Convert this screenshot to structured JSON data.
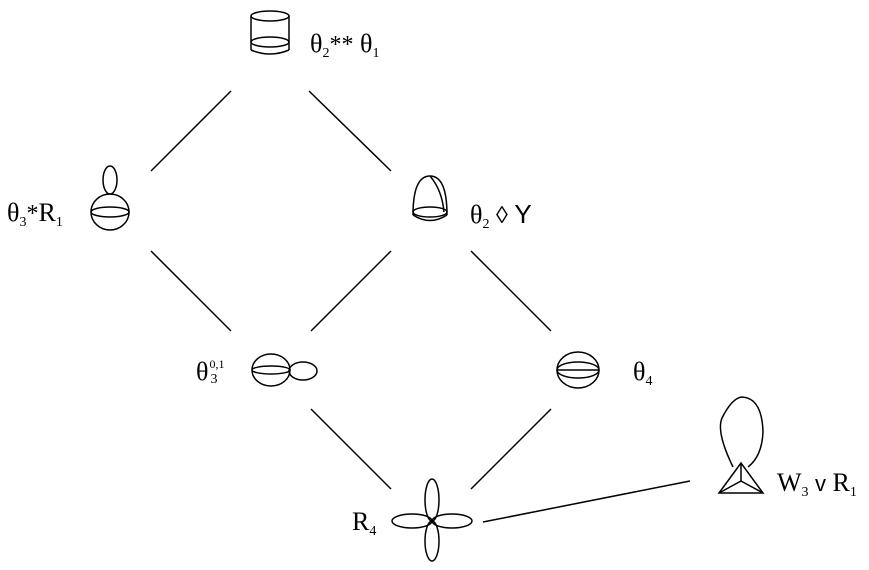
{
  "nodes": {
    "top": {
      "theta": "θ",
      "sub_a": "2",
      "op": "**",
      "theta2": "θ",
      "sub_b": "1"
    },
    "left_mid": {
      "theta": "θ",
      "sub_a": "3",
      "op": "*",
      "r": "R",
      "sub_b": "1"
    },
    "right_mid": {
      "theta": "θ",
      "sub_a": "2",
      "op": "◊",
      "y": "Y"
    },
    "center": {
      "theta": "θ",
      "sup": "0,1",
      "sub": "3"
    },
    "right": {
      "theta": "θ",
      "sub": "4"
    },
    "bottom": {
      "r": "R",
      "sub": "4"
    },
    "far_right": {
      "w": "W",
      "sub_a": "3",
      "op": "v",
      "r": "R",
      "sub_b": "1"
    }
  }
}
